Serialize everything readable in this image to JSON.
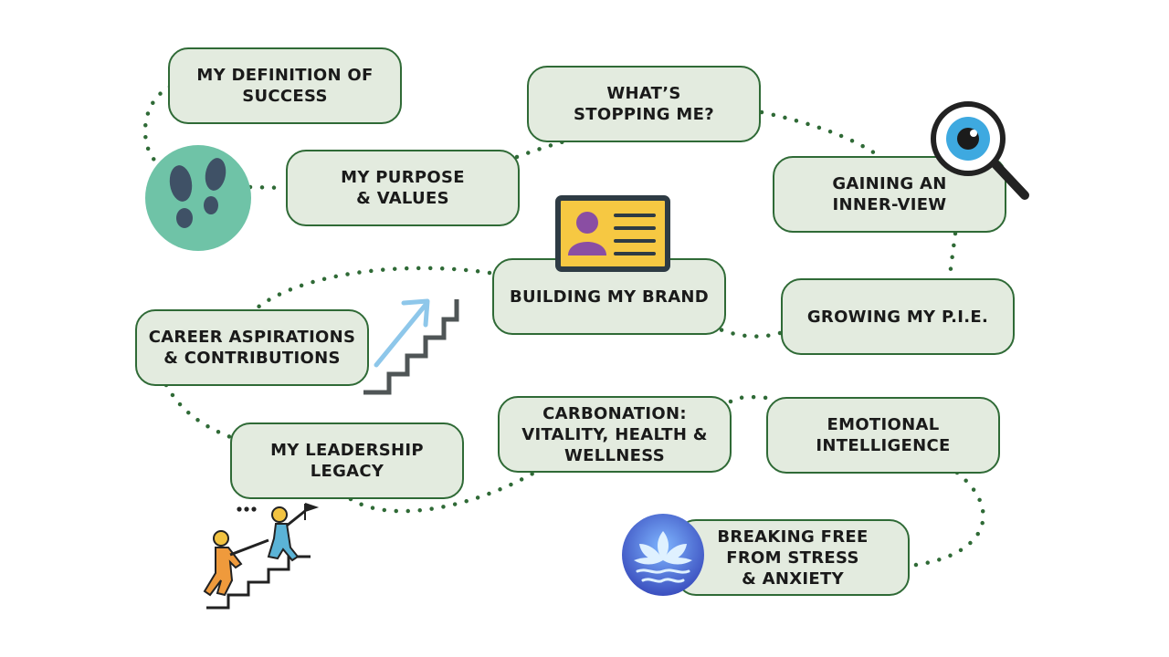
{
  "steps": [
    {
      "id": "definition",
      "label": "MY DEFINITION OF\nSUCCESS"
    },
    {
      "id": "whats-stopping",
      "label": "WHAT’S\nSTOPPING ME?"
    },
    {
      "id": "purpose",
      "label": "MY PURPOSE\n& VALUES"
    },
    {
      "id": "inner-view",
      "label": "GAINING AN\nINNER-VIEW"
    },
    {
      "id": "brand",
      "label": "BUILDING MY BRAND"
    },
    {
      "id": "pie",
      "label": "GROWING MY P.I.E."
    },
    {
      "id": "career",
      "label": "CAREER ASPIRATIONS\n& CONTRIBUTIONS"
    },
    {
      "id": "carbonation",
      "label": "CARBONATION:\nVITALITY, HEALTH &\nWELLNESS"
    },
    {
      "id": "emotional",
      "label": "EMOTIONAL\nINTELLIGENCE"
    },
    {
      "id": "leadership",
      "label": "MY LEADERSHIP\nLEGACY"
    },
    {
      "id": "stress",
      "label": "BREAKING FREE\nFROM STRESS\n& ANXIETY"
    }
  ],
  "icons": {
    "start": "footprints-icon",
    "search": "magnifier-eye-icon",
    "brand": "id-card-icon",
    "career": "stairs-arrow-icon",
    "leadership": "helping-climb-icon",
    "stress": "lotus-icon"
  },
  "colors": {
    "box_fill": "#e3ebdf",
    "box_border": "#2f6a36",
    "dotted_path": "#2f6a36",
    "footprint_circle": "#6fc3a7",
    "footprint": "#3f5166",
    "id_card": "#f6c842",
    "avatar": "#8a4ea3",
    "arrow": "#8ec7ea",
    "lotus_bg": "#4a60c7"
  }
}
